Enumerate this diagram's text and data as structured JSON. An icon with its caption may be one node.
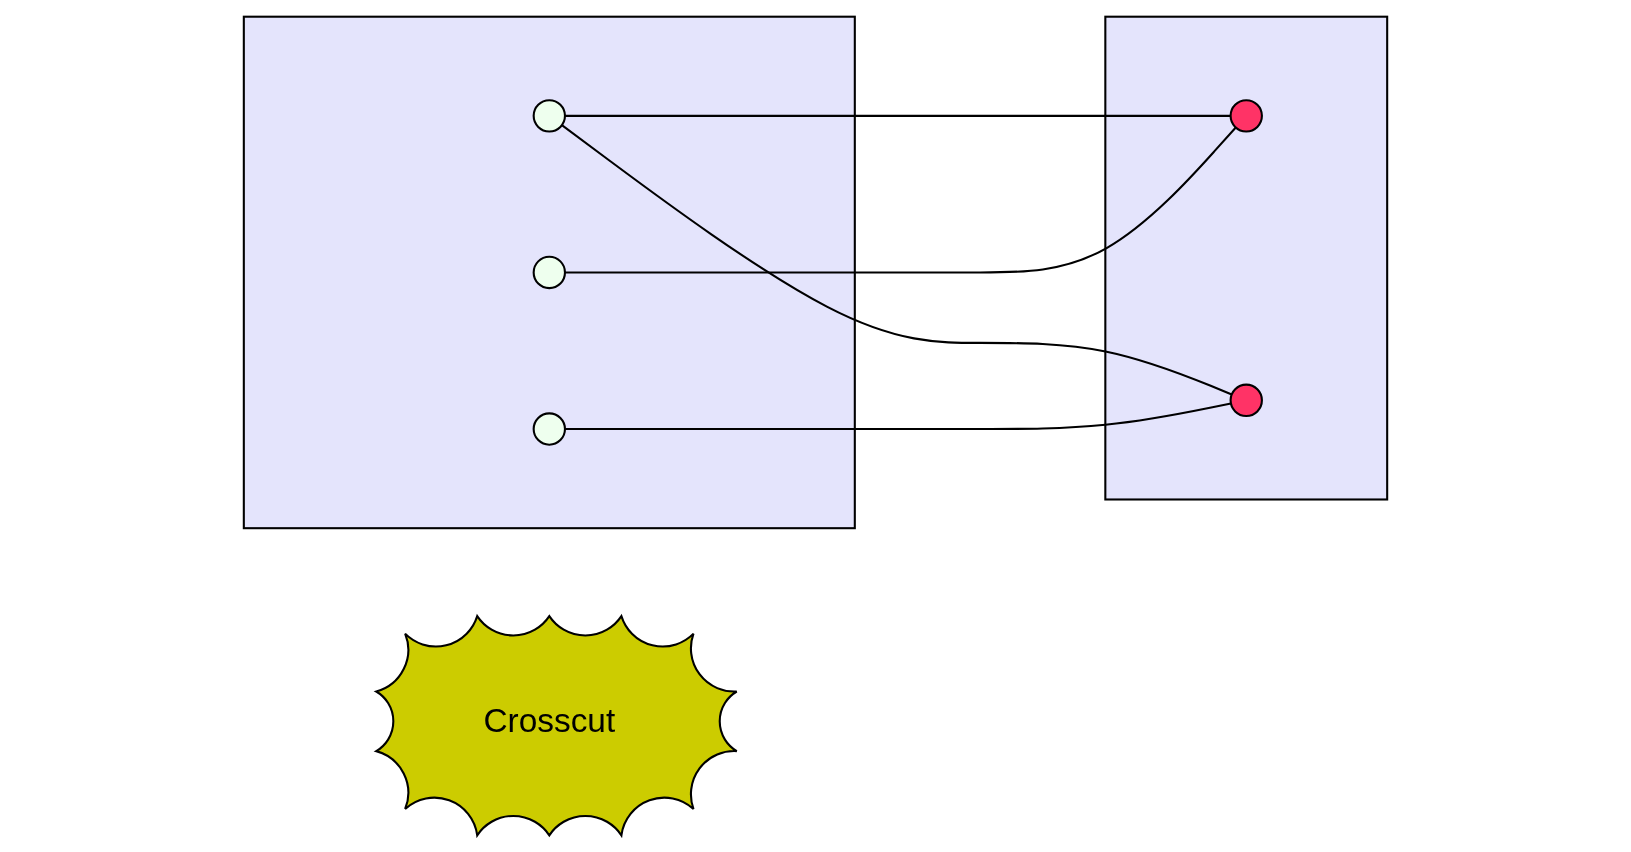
{
  "diagram": {
    "nodes": [
      {
        "text": [],
        "shape": "box"
      },
      {
        "text": [],
        "shape": "circle",
        "in": 0
      },
      {
        "text": [],
        "shape": "circle",
        "in": 0
      },
      {
        "text": [],
        "shape": "circle",
        "in": 0
      },
      {
        "text": [
          "Crosscut"
        ]
      },
      {
        "text": [],
        "shape": "box"
      },
      {
        "text": [],
        "shape": "circle",
        "in": 5
      },
      {
        "text": [],
        "shape": "circle",
        "in": 5
      }
    ],
    "edges": [
      {
        "from": 1,
        "to": 6,
        "arrow": "none"
      },
      {
        "from": 1,
        "to": 7,
        "arrow": "none"
      },
      {
        "from": 2,
        "to": 6,
        "arrow": "none"
      },
      {
        "from": 3,
        "to": 7,
        "arrow": "none"
      }
    ]
  }
}
